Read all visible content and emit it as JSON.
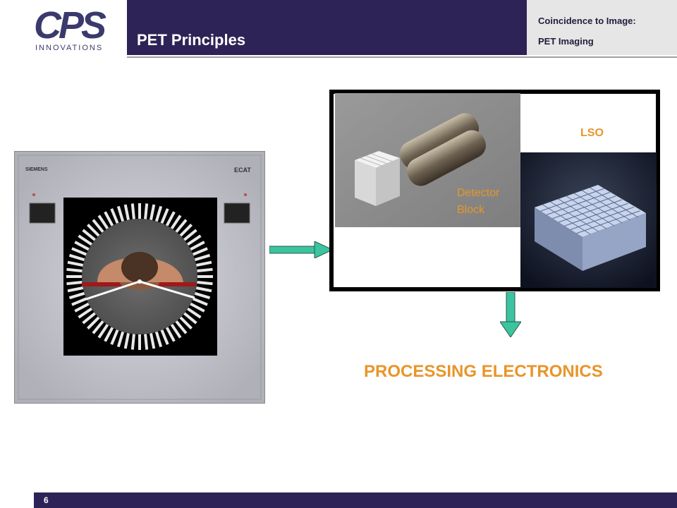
{
  "header": {
    "logo_text": "CPS",
    "logo_subtext": "INNOVATIONS",
    "title": "PET Principles",
    "side_line1": "Coincidence to Image:",
    "side_line2": "PET Imaging"
  },
  "scanner": {
    "brand_label": "SIEMENS",
    "model_label": "ECAT"
  },
  "detector": {
    "detector_label_line1": "Detector",
    "detector_label_line2": "Block",
    "crystal_label": "LSO"
  },
  "main": {
    "processing_label": "PROCESSING ELECTRONICS"
  },
  "footer": {
    "page_number": "6"
  },
  "colors": {
    "title_bar": "#2e2356",
    "accent_orange": "#e8952a",
    "arrow_green": "#3cc3a0"
  }
}
